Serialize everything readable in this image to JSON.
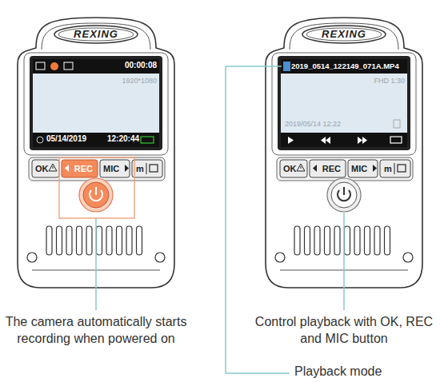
{
  "diagram": {
    "nodes": [
      {
        "text": [
          "OK"
        ]
      },
      {
        "text": [
          "REC"
        ]
      },
      {
        "text": [
          "MIC"
        ]
      },
      {
        "text": [
          "m"
        ]
      },
      {
        "text": [
          "OK"
        ]
      },
      {
        "text": [
          "REC"
        ]
      },
      {
        "text": [
          "MIC"
        ]
      },
      {
        "text": [
          "m"
        ]
      }
    ],
    "labels": [
      "REXING",
      "00:00:08",
      "1920*1080",
      "05/14/2019",
      "12:20:44",
      "The camera automatically starts recording when powered on",
      "REXING",
      "2019_0514_122149_071A.MP4",
      "FHD 1:30",
      "2019/05/14 12:22",
      "Control playback with OK, REC and MIC button",
      "Playback mode"
    ]
  }
}
